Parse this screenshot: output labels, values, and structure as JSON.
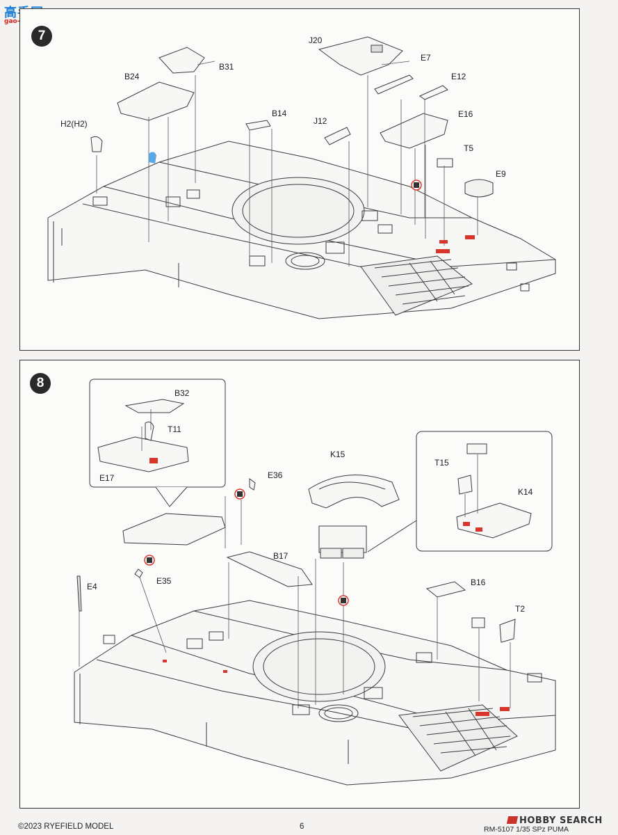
{
  "watermark": {
    "title": "高手网",
    "url": "gao-shou.com"
  },
  "step7": {
    "number": "7",
    "labels": {
      "J20": "J20",
      "B31": "B31",
      "B24": "B24",
      "E7": "E7",
      "E12": "E12",
      "B14": "B14",
      "J12": "J12",
      "E16": "E16",
      "H2": "H2(H2)",
      "T5": "T5",
      "E9": "E9"
    }
  },
  "step8": {
    "number": "8",
    "labels": {
      "B32": "B32",
      "T11": "T11",
      "E17": "E17",
      "E36": "E36",
      "K15": "K15",
      "T15": "T15",
      "K14": "K14",
      "B17": "B17",
      "E35": "E35",
      "E4": "E4",
      "B16": "B16",
      "T2": "T2"
    }
  },
  "footer": {
    "copyright": "©2023 RYEFIELD MODEL",
    "page": "6",
    "model": "RM-5107 1/35 SPz PUMA",
    "site": "HOBBY SEARCH"
  },
  "colors": {
    "accent_red": "#d8352c",
    "highlight_blue": "#5aa8e6",
    "line": "#333333"
  }
}
